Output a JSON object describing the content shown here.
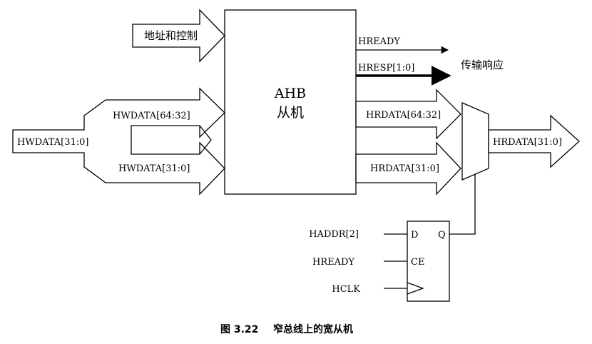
{
  "slave": {
    "title": "AHB",
    "subtitle": "从机"
  },
  "inputs": {
    "addr_ctrl": "地址和控制",
    "hwdata_full": "HWDATA[31:0]",
    "hwdata_upper": "HWDATA[64:32]",
    "hwdata_lower": "HWDATA[31:0]"
  },
  "outputs": {
    "hready": "HREADY",
    "hresp": "HRESP[1:0]",
    "response": "传输响应",
    "hrdata_upper": "HRDATA[64:32]",
    "hrdata_lower": "HRDATA[31:0]",
    "hrdata_out": "HRDATA[31:0]"
  },
  "flipflop": {
    "in_d": "HADDR[2]",
    "in_ce": "HREADY",
    "in_clk": "HCLK",
    "pin_d": "D",
    "pin_ce": "CE",
    "pin_q": "Q"
  },
  "caption": {
    "figure": "图 3.22",
    "text": "窄总线上的宽从机"
  }
}
